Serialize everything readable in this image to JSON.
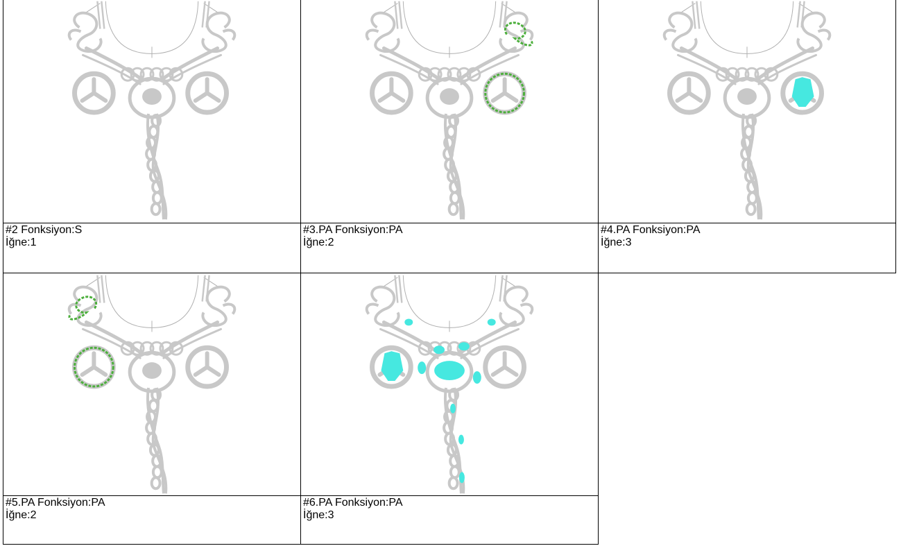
{
  "items": [
    {
      "title": "#2 Fonksiyon:S",
      "needle": "İğne:1",
      "highlight": "none"
    },
    {
      "title": "#3.PA Fonksiyon:PA",
      "needle": "İğne:2",
      "highlight": "green-right"
    },
    {
      "title": "#4.PA Fonksiyon:PA",
      "needle": "İğne:3",
      "highlight": "cyan-right-medallion"
    },
    {
      "title": "#5.PA Fonksiyon:PA",
      "needle": "İğne:2",
      "highlight": "green-left"
    },
    {
      "title": "#6.PA Fonksiyon:PA",
      "needle": "İğne:3",
      "highlight": "cyan-multi"
    }
  ],
  "colors": {
    "motif": "#c8c8c8",
    "outline": "#a8a8a8",
    "green": "#4caf3c",
    "cyan": "#46e8e0"
  }
}
